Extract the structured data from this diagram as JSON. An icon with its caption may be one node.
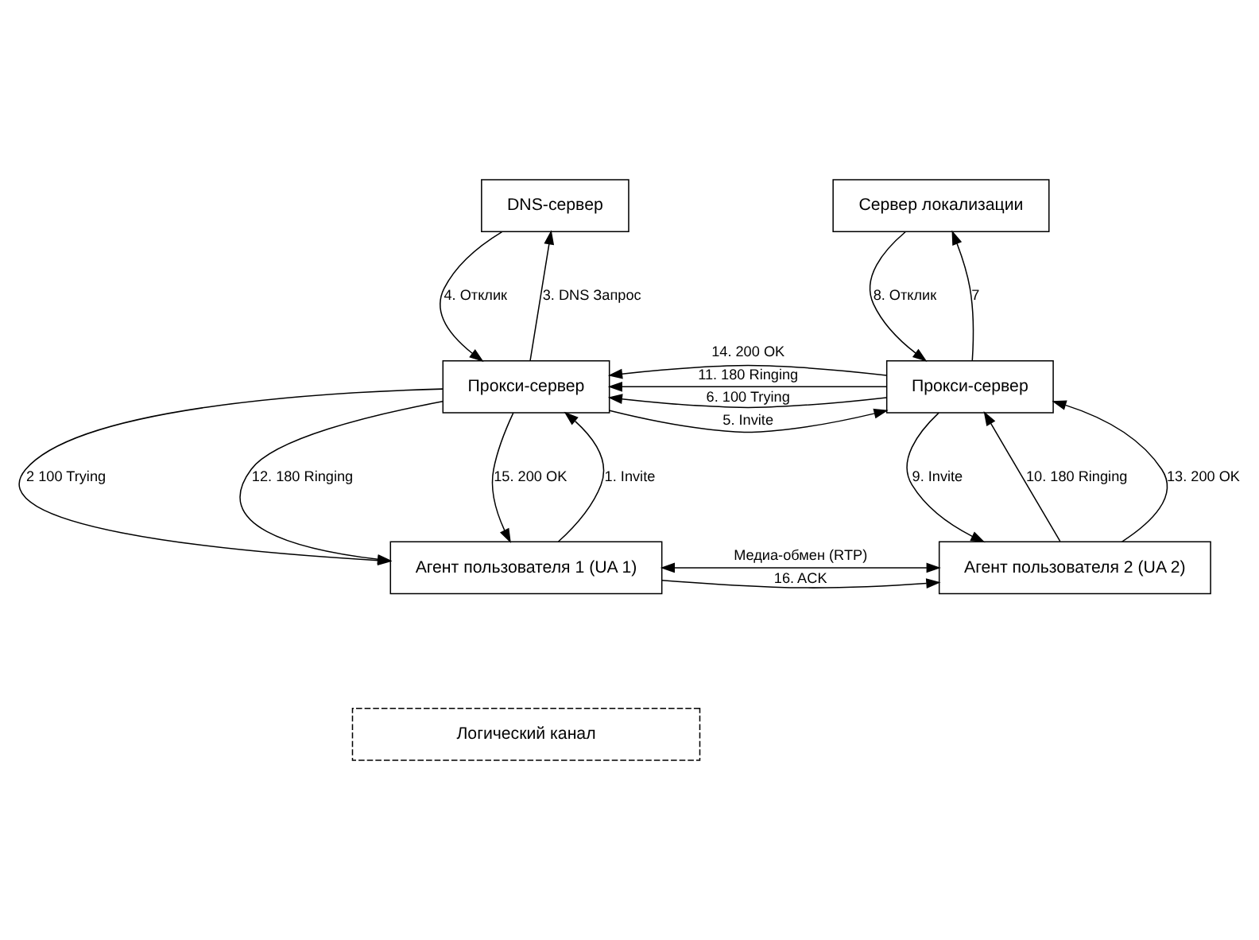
{
  "diagram": {
    "nodes": [
      {
        "text": [
          "DNS-сервер"
        ]
      },
      {
        "text": [
          "Сервер локализации"
        ]
      },
      {
        "text": [
          "Прокси-сервер"
        ]
      },
      {
        "text": [
          "Прокси-сервер"
        ]
      },
      {
        "text": [
          "Агент пользователя 1 (UA 1)"
        ]
      },
      {
        "text": [
          "Агент пользователя 2 (UA 2)"
        ]
      },
      {
        "text": [
          "Логический канал"
        ]
      }
    ],
    "edges": [
      {
        "from": 4,
        "to": 2,
        "arrow": "to",
        "label": "1. Invite"
      },
      {
        "from": 2,
        "to": 4,
        "arrow": "to",
        "label": "2 100 Trying"
      },
      {
        "from": 2,
        "to": 0,
        "arrow": "to",
        "label": "3. DNS Запрос"
      },
      {
        "from": 0,
        "to": 2,
        "arrow": "to",
        "label": "4. Отклик"
      },
      {
        "from": 2,
        "to": 3,
        "arrow": "to",
        "label": "5. Invite"
      },
      {
        "from": 3,
        "to": 2,
        "arrow": "to",
        "label": "6. 100 Trying"
      },
      {
        "from": 3,
        "to": 1,
        "arrow": "to",
        "label": "7"
      },
      {
        "from": 1,
        "to": 3,
        "arrow": "to",
        "label": "8. Отклик"
      },
      {
        "from": 3,
        "to": 5,
        "arrow": "to",
        "label": "9. Invite"
      },
      {
        "from": 5,
        "to": 3,
        "arrow": "to",
        "label": "10. 180 Ringing"
      },
      {
        "from": 3,
        "to": 2,
        "arrow": "to",
        "label": "11. 180 Ringing"
      },
      {
        "from": 2,
        "to": 4,
        "arrow": "to",
        "label": "12. 180 Ringing"
      },
      {
        "from": 5,
        "to": 3,
        "arrow": "to",
        "label": "13. 200 OK"
      },
      {
        "from": 3,
        "to": 2,
        "arrow": "to",
        "label": "14. 200 OK"
      },
      {
        "from": 2,
        "to": 4,
        "arrow": "to",
        "label": "15. 200 OK"
      },
      {
        "from": 4,
        "to": 5,
        "arrow": "to",
        "label": "16. ACK"
      },
      {
        "from": 4,
        "to": 5,
        "arrow": "both",
        "label": "Медиа-обмен (RTP)"
      }
    ]
  }
}
